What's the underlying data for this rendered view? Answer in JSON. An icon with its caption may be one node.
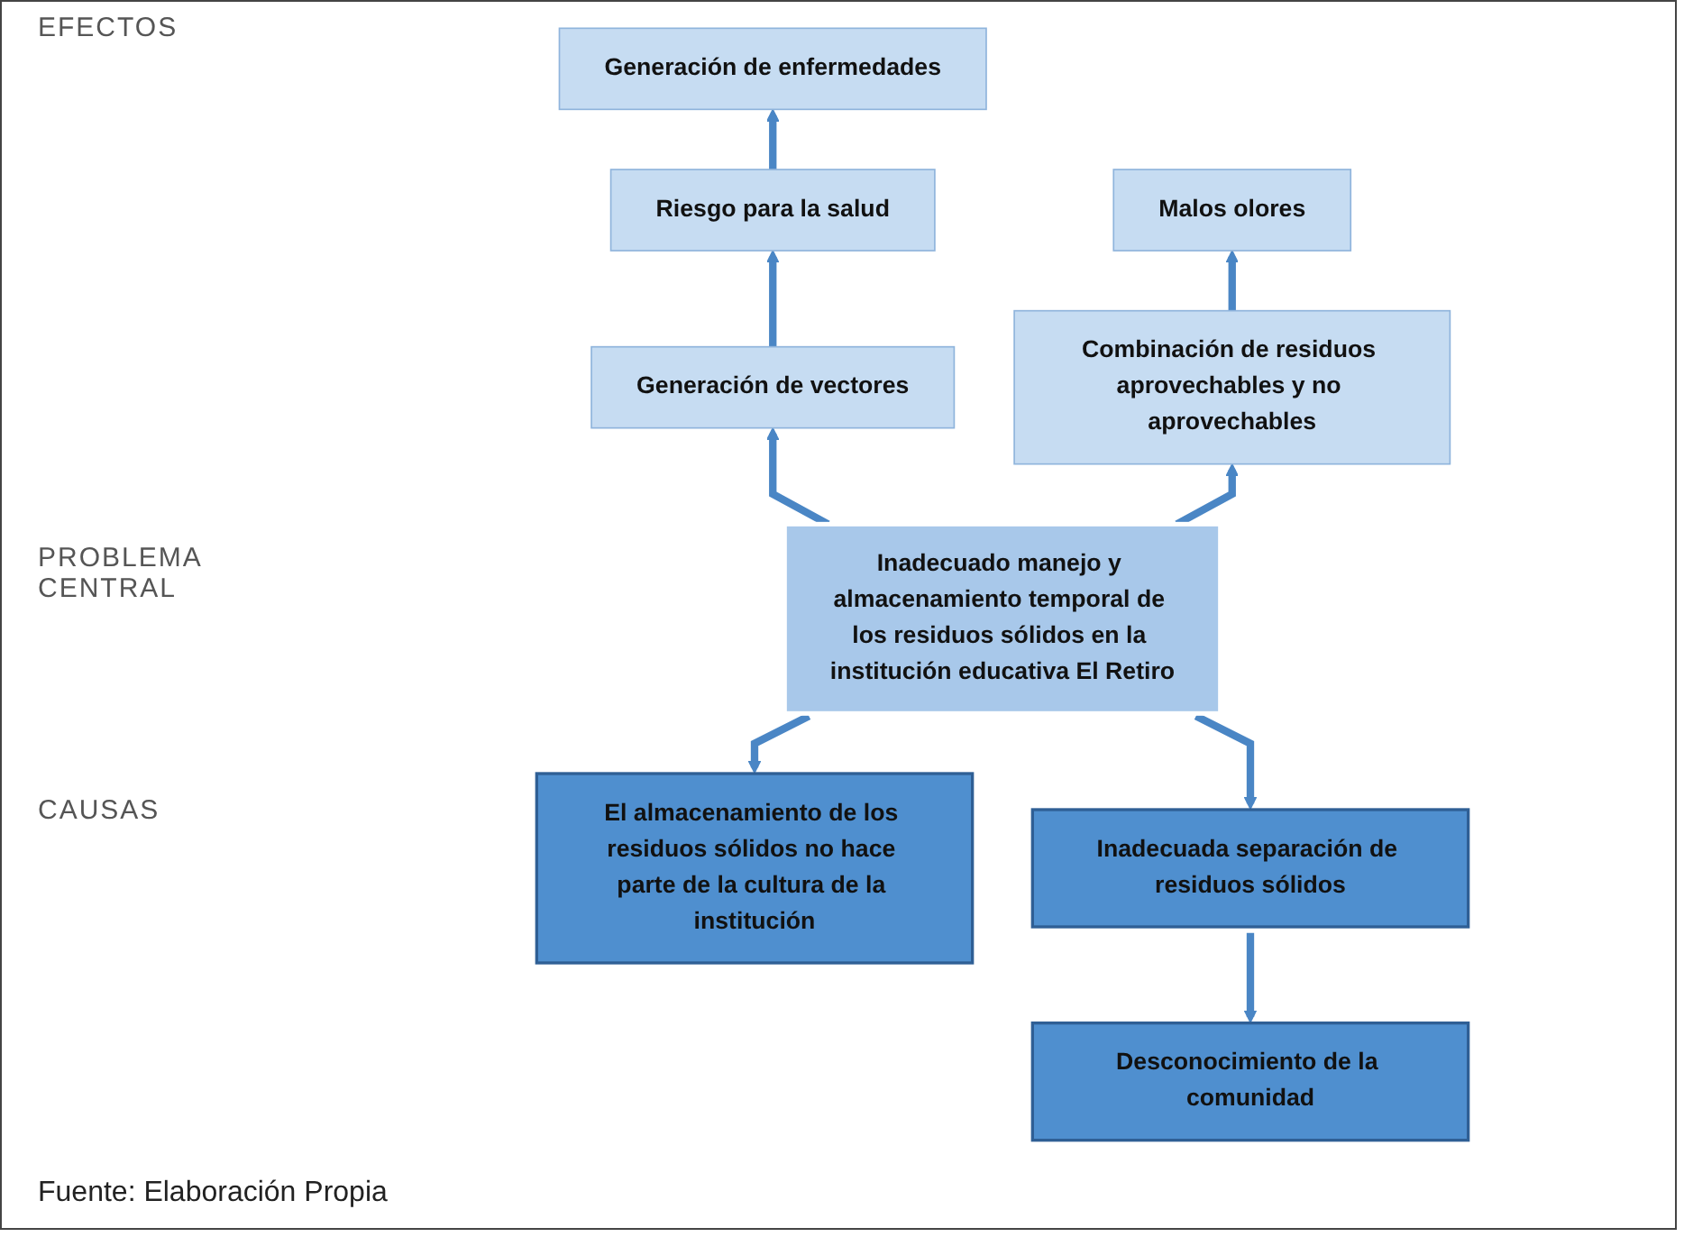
{
  "diagram": {
    "caption": "Fuente: Elaboración Propia",
    "nodes": [
      {
        "text": [
          "Generación de enfermedades"
        ]
      },
      {
        "text": [
          "Riesgo para la salud"
        ]
      },
      {
        "text": [
          "Malos olores"
        ]
      },
      {
        "text": [
          "Generación de vectores"
        ]
      },
      {
        "text": [
          "Combinación de residuos aprovechables y no aprovechables"
        ]
      },
      {
        "text": [
          "Inadecuado manejo y almacenamiento temporal de los residuos sólidos en la institución educativa El Retiro"
        ]
      },
      {
        "text": [
          "El almacenamiento de los residuos sólidos no hace parte de la cultura de la institución"
        ]
      },
      {
        "text": [
          "Inadecuada separación de residuos sólidos"
        ]
      },
      {
        "text": [
          "Desconocimiento de la comunidad"
        ]
      }
    ],
    "edges": [
      {
        "from": 1,
        "to": 0,
        "arrow": "to"
      },
      {
        "from": 3,
        "to": 1,
        "arrow": "to"
      },
      {
        "from": 4,
        "to": 2,
        "arrow": "to"
      },
      {
        "from": 5,
        "to": 3,
        "arrow": "to"
      },
      {
        "from": 5,
        "to": 4,
        "arrow": "to"
      },
      {
        "from": 5,
        "to": 6,
        "arrow": "to"
      },
      {
        "from": 5,
        "to": 7,
        "arrow": "to"
      },
      {
        "from": 7,
        "to": 8,
        "arrow": "to"
      }
    ],
    "labels": [
      "EFECTOS",
      "PROBLEMA CENTRAL",
      "CAUSAS"
    ]
  }
}
